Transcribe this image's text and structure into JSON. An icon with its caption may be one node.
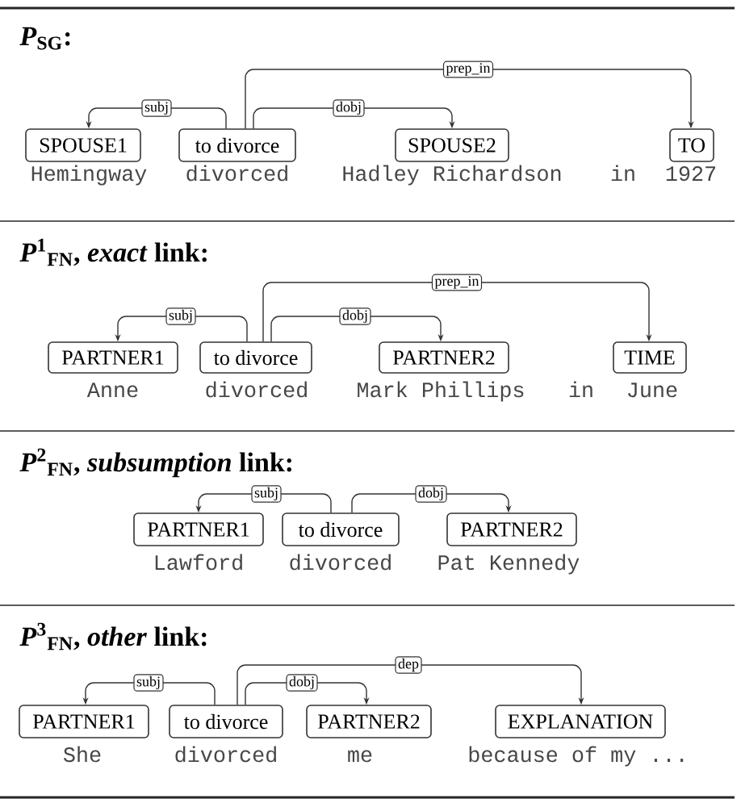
{
  "diagram": {
    "nodes": [
      {
        "text": [
          "SPOUSE1"
        ],
        "beside": [
          "Hemingway"
        ]
      },
      {
        "text": [
          "to divorce"
        ],
        "beside": [
          "divorced"
        ]
      },
      {
        "text": [
          "SPOUSE2"
        ],
        "beside": [
          "Hadley Richardson"
        ]
      },
      {
        "text": [
          "TO"
        ],
        "beside": [
          "1927"
        ]
      },
      {
        "text": [
          "PARTNER1"
        ],
        "beside": [
          "Anne"
        ]
      },
      {
        "text": [
          "to divorce"
        ],
        "beside": [
          "divorced"
        ]
      },
      {
        "text": [
          "PARTNER2"
        ],
        "beside": [
          "Mark Phillips"
        ]
      },
      {
        "text": [
          "TIME"
        ],
        "beside": [
          "June"
        ]
      },
      {
        "text": [
          "PARTNER1"
        ],
        "beside": [
          "Lawford"
        ]
      },
      {
        "text": [
          "to divorce"
        ],
        "beside": [
          "divorced"
        ]
      },
      {
        "text": [
          "PARTNER2"
        ],
        "beside": [
          "Pat Kennedy"
        ]
      },
      {
        "text": [
          "PARTNER1"
        ],
        "beside": [
          "She"
        ]
      },
      {
        "text": [
          "to divorce"
        ],
        "beside": [
          "divorced"
        ]
      },
      {
        "text": [
          "PARTNER2"
        ],
        "beside": [
          "me"
        ]
      },
      {
        "text": [
          "EXPLANATION"
        ],
        "beside": [
          "because of my ..."
        ]
      }
    ],
    "edges": [
      {
        "from": 1,
        "to": 0,
        "arrow": "to",
        "label": "subj"
      },
      {
        "from": 1,
        "to": 2,
        "arrow": "to",
        "label": "dobj"
      },
      {
        "from": 1,
        "to": 3,
        "arrow": "to",
        "label": "prep_in"
      },
      {
        "from": 5,
        "to": 4,
        "arrow": "to",
        "label": "subj"
      },
      {
        "from": 5,
        "to": 6,
        "arrow": "to",
        "label": "dobj"
      },
      {
        "from": 5,
        "to": 7,
        "arrow": "to",
        "label": "prep_in"
      },
      {
        "from": 9,
        "to": 8,
        "arrow": "to",
        "label": "subj"
      },
      {
        "from": 9,
        "to": 10,
        "arrow": "to",
        "label": "dobj"
      },
      {
        "from": 12,
        "to": 11,
        "arrow": "to",
        "label": "subj"
      },
      {
        "from": 12,
        "to": 13,
        "arrow": "to",
        "label": "dobj"
      },
      {
        "from": 12,
        "to": 14,
        "arrow": "to",
        "label": "dep"
      }
    ],
    "labels": [
      "*P*$_{SG}$:",
      "in",
      "*P*$^{1}$$_{FN}$, *exact* link:",
      "in",
      "*P*$^{2}$$_{FN}$, *subsumption* link:",
      "*P*$^{3}$$_{FN}$, *other* link:"
    ]
  }
}
